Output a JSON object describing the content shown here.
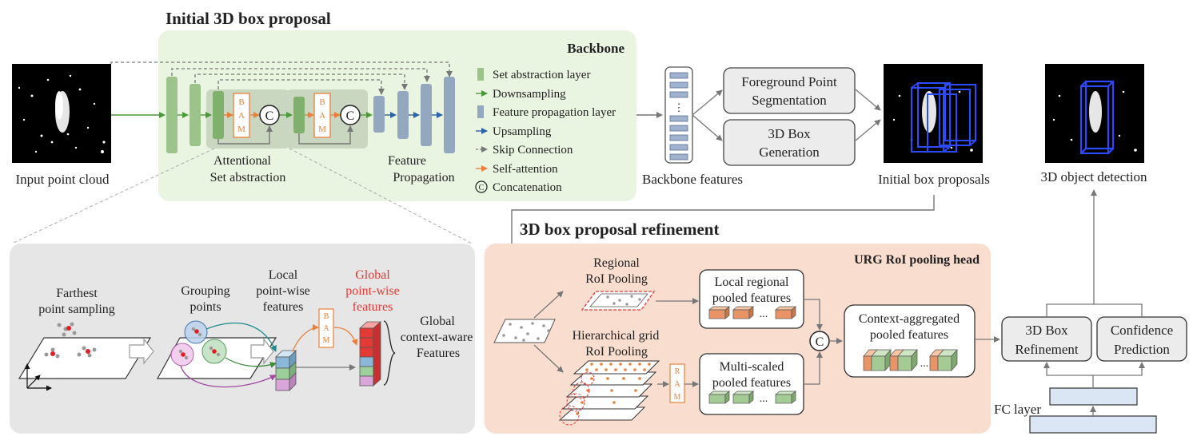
{
  "sections": {
    "initial_title": "Initial 3D box proposal",
    "refinement_title": "3D box proposal refinement"
  },
  "backbone": {
    "title": "Backbone",
    "attentional_sa_line1": "Attentional",
    "attentional_sa_line2": "Set abstraction",
    "feature_prop_line1": "Feature",
    "feature_prop_line2": "Propagation",
    "bam_letters": [
      "B",
      "A",
      "M"
    ],
    "concat_symbol": "C"
  },
  "legend": [
    {
      "label": "Set abstraction layer",
      "kind": "green-bar",
      "color": "#9bc38a"
    },
    {
      "label": "Downsampling",
      "kind": "arrow",
      "color": "#4a9a3a"
    },
    {
      "label": "Feature propagation layer",
      "kind": "blue-bar",
      "color": "#93a7bf"
    },
    {
      "label": "Upsampling",
      "kind": "arrow",
      "color": "#2b63a8"
    },
    {
      "label": "Skip Connection",
      "kind": "dashed-arrow",
      "color": "#777777"
    },
    {
      "label": "Self-attention",
      "kind": "arrow",
      "color": "#e8803a"
    },
    {
      "label": "Concatenation",
      "kind": "circle-c",
      "color": "#222222"
    }
  ],
  "images": {
    "input_label": "Input point cloud",
    "proposals_label": "Initial box proposals",
    "detection_label": "3D object detection"
  },
  "pipeline": {
    "backbone_features": "Backbone features",
    "fg_seg_line1": "Foreground Point",
    "fg_seg_line2": "Segmentation",
    "box_gen_line1": "3D Box",
    "box_gen_line2": "Generation",
    "ellipsis": "⋮"
  },
  "detail": {
    "fps_line1": "Farthest",
    "fps_line2": "point sampling",
    "group_line1": "Grouping",
    "group_line2": "points",
    "local_line1": "Local",
    "local_line2": "point-wise",
    "local_line3": "features",
    "global_pw_line1": "Global",
    "global_pw_line2": "point-wise",
    "global_pw_line3": "features",
    "gcaf_line1": "Global",
    "gcaf_line2": "context-aware",
    "gcaf_line3": "Features",
    "bam_letters": [
      "B",
      "A",
      "M"
    ],
    "global_color": "#e53935"
  },
  "roi_head": {
    "title": "URG RoI pooling head",
    "regional_line1": "Regional",
    "regional_line2": "RoI Pooling",
    "hier_line1": "Hierarchical grid",
    "hier_line2": "RoI Pooling",
    "local_pooled_line1": "Local regional",
    "local_pooled_line2": "pooled features",
    "multi_line1": "Multi-scaled",
    "multi_line2": "pooled features",
    "context_line1": "Context-aggregated",
    "context_line2": "pooled features",
    "ram_letters": [
      "R",
      "A",
      "M"
    ],
    "ellipsis": "...",
    "concat_symbol": "C"
  },
  "output_head": {
    "refine_line1": "3D Box",
    "refine_line2": "Refinement",
    "conf_line1": "Confidence",
    "conf_line2": "Prediction",
    "fc_label": "FC layer"
  }
}
